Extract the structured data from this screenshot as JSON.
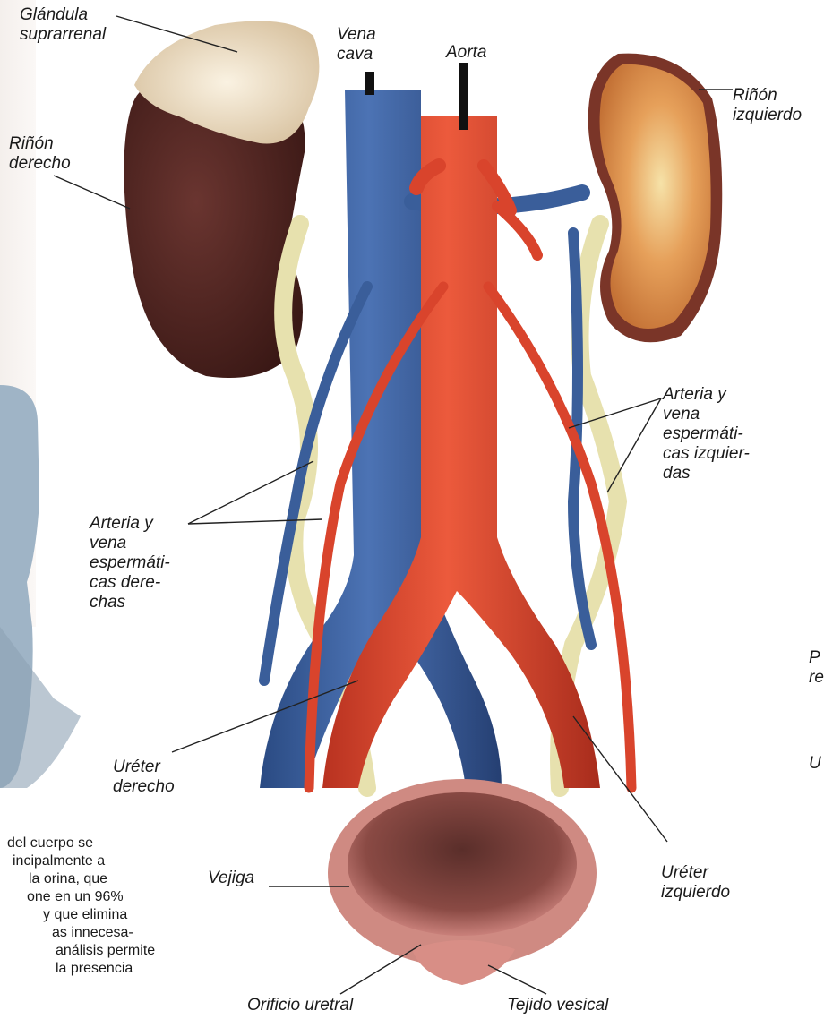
{
  "labels": {
    "glandula": [
      "Glándula",
      "suprarrenal"
    ],
    "vena_cava": [
      "Vena",
      "cava"
    ],
    "aorta": [
      "Aorta"
    ],
    "rinon_izquierdo": [
      "Riñón",
      "izquierdo"
    ],
    "rinon_derecho": [
      "Riñón",
      "derecho"
    ],
    "arteria_izq": [
      "Arteria y",
      "vena",
      "espermáti-",
      "cas izquier-",
      "das"
    ],
    "arteria_der": [
      "Arteria y",
      "vena",
      "espermáti-",
      "cas dere-",
      "chas"
    ],
    "ureter_derecho": [
      "Uréter",
      "derecho"
    ],
    "ureter_izquierdo": [
      "Uréter",
      "izquierdo"
    ],
    "vejiga": [
      "Vejiga"
    ],
    "orificio": [
      "Orificio uretral"
    ],
    "tejido": [
      "Tejido vesical"
    ],
    "cut_p": [
      "P",
      "re"
    ],
    "cut_u": [
      "U"
    ]
  },
  "paragraph": [
    "del cuerpo se",
    "incipalmente a",
    "la orina, que",
    "one en un 96%",
    "y que elimina",
    "as innecesa-",
    "análisis permite",
    "la presencia"
  ],
  "colors": {
    "vein": "#3a5e9a",
    "artery": "#d9442c",
    "ureter": "#e8e2b0",
    "kidney_right": "#4a2420",
    "kidney_left": "#e8a060",
    "adrenal": "#f0e2c8",
    "bladder": "#d98a80"
  }
}
